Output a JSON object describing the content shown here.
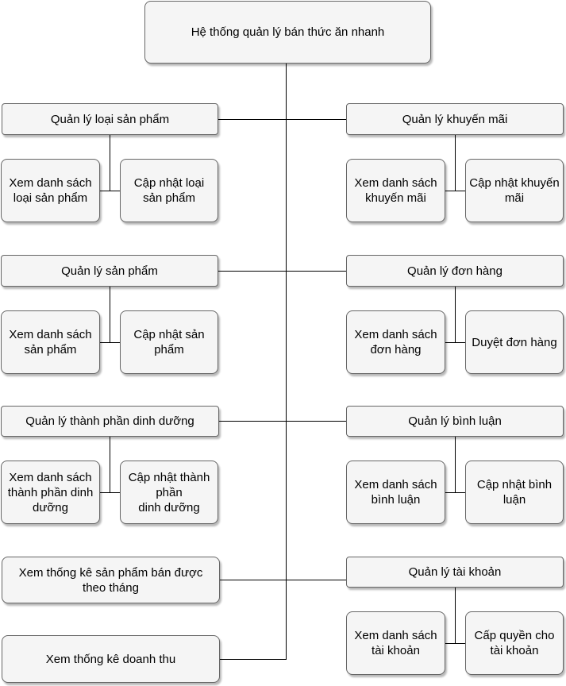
{
  "root": "Hệ thống quản lý bán thức ăn nhanh",
  "left": {
    "category": {
      "title": "Quản lý loại sản phẩm",
      "children": [
        "Xem danh sách\nloại sản phẩm",
        "Cập nhật loại\nsản phẩm"
      ]
    },
    "product": {
      "title": "Quản lý sản phẩm",
      "children": [
        "Xem danh sách\nsản phẩm",
        "Cập nhật sản\nphẩm"
      ]
    },
    "nutrition": {
      "title": "Quản lý thành phần dinh dưỡng",
      "children": [
        "Xem danh sách\nthành phần dinh\ndưỡng",
        "Cập nhật thành\nphần\ndinh dưỡng"
      ]
    },
    "monthly_stats": "Xem thống kê sản phẩm bán được\ntheo tháng",
    "revenue_stats": "Xem thống kê doanh thu"
  },
  "right": {
    "promotion": {
      "title": "Quản lý khuyến mãi",
      "children": [
        "Xem danh sách\nkhuyến mãi",
        "Cập nhật khuyến\nmãi"
      ]
    },
    "order": {
      "title": "Quản lý đơn hàng",
      "children": [
        "Xem danh sách\nđơn hàng",
        "Duyệt đơn hàng"
      ]
    },
    "comment": {
      "title": "Quản lý bình luận",
      "children": [
        "Xem danh sách\nbình luận",
        "Cập nhật bình\nluận"
      ]
    },
    "account": {
      "title": "Quản lý tài khoản",
      "children": [
        "Xem danh sách\ntài khoản",
        "Cấp quyền cho\ntài khoản"
      ]
    }
  }
}
